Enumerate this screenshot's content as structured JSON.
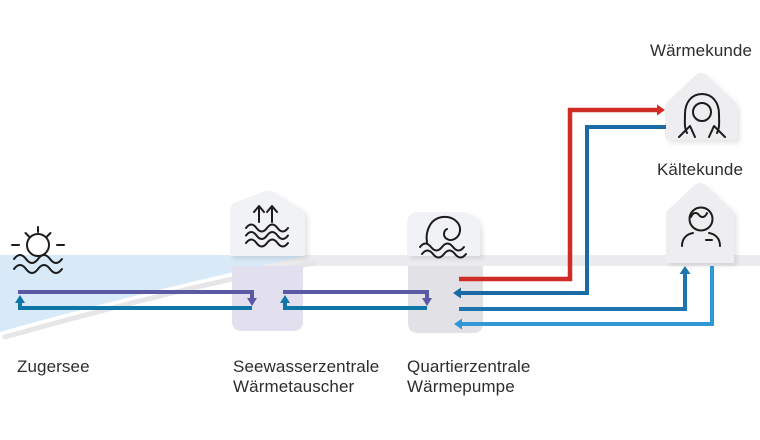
{
  "lake": {
    "label": "Zugersee",
    "icon": "sun-over-water"
  },
  "stations": [
    {
      "id": "seewasserzentrale",
      "label_line1": "Seewasserzentrale",
      "label_line2": "Wärmetauscher",
      "icon": "up-arrows-over-waves"
    },
    {
      "id": "quartierzentrale",
      "label_line1": "Quartierzentrale",
      "label_line2": "Wärmepumpe",
      "icon": "breaking-wave"
    }
  ],
  "customers": [
    {
      "id": "waermekunde",
      "label": "Wärmekunde",
      "icon": "woman"
    },
    {
      "id": "kaeltekunde",
      "label": "Kältekunde",
      "icon": "man"
    }
  ],
  "colors": {
    "page_bg": "#ffffff",
    "lake_fill": "#d8eaf7",
    "lake_shadow": "#e6e6e9",
    "ground_band": "#ececee",
    "pipe_purple": "#5b58a4",
    "pipe_teal": "#0f76a8",
    "pipe_red": "#cf2c25",
    "pipe_dark_blue": "#1a6aa6",
    "pipe_mid_blue": "#1d74ae",
    "pipe_light_blue": "#2e99d6",
    "building_above": "#f1f2f6",
    "seewasser_below": "#e2e0ee",
    "quartier_below": "#e2e2e6",
    "house_fill": "#eeeef1",
    "icon_stroke": "#1c1c1c",
    "label_text": "#2d2d30"
  }
}
